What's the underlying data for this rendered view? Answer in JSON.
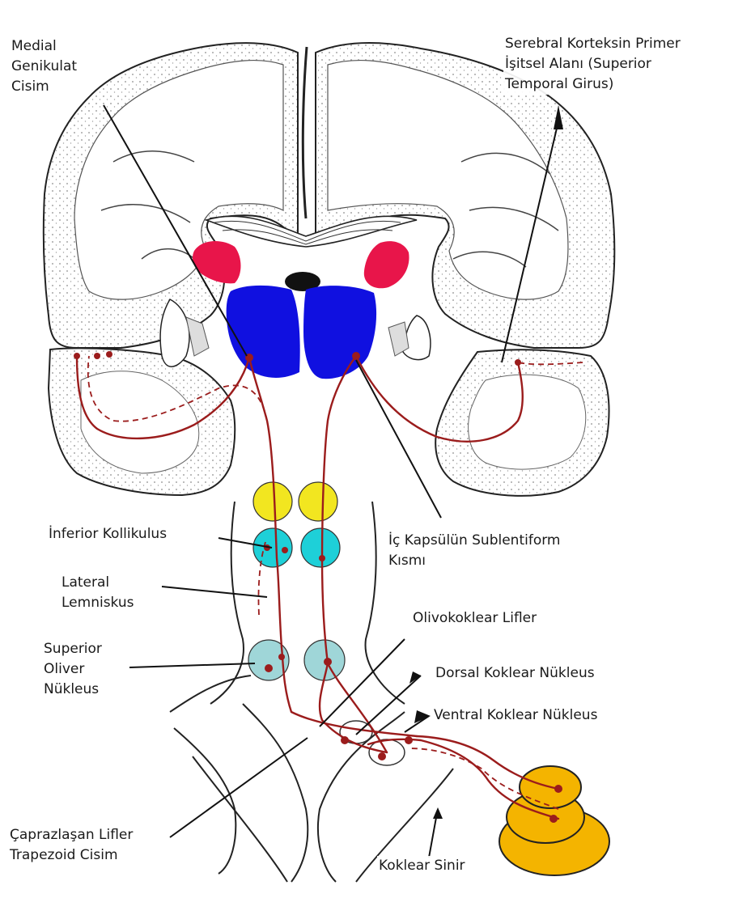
{
  "labels": {
    "medial_genikulat": [
      "Medial",
      "Genikulat",
      "Cisim"
    ],
    "serebral_korteks": [
      "Serebral Korteksin Primer",
      "İşitsel Alanı (Superior",
      "Temporal Girus)"
    ],
    "inferior_kollikulus": "İnferior Kollikulus",
    "ic_kapsul": [
      "İç Kapsülün Sublentiform",
      "Kısmı"
    ],
    "lateral_lemniskus": [
      "Lateral",
      "Lemniskus"
    ],
    "olivokoklear": "Olivokoklear Lifler",
    "superior_oliver": [
      "Superior",
      "Oliver",
      "Nükleus"
    ],
    "dorsal_koklear": "Dorsal Koklear Nükleus",
    "ventral_koklear": "Ventral Koklear Nükleus",
    "caprazlasan": [
      "Çaprazlaşan Lifler",
      "Trapezoid Cisim"
    ],
    "koklear_sinir": "Koklear Sinir"
  },
  "colors": {
    "outline": "#222222",
    "stipple": "#9a9a9a",
    "medial_geniculate": "#1010e0",
    "lateral_geniculate": "#e8154a",
    "upper_colliculus": "#f2e620",
    "inferior_colliculus": "#1ed0d8",
    "superior_olive": "#9fd6d8",
    "cochlea": "#f4b400",
    "pathway": "#9b1c1c"
  }
}
